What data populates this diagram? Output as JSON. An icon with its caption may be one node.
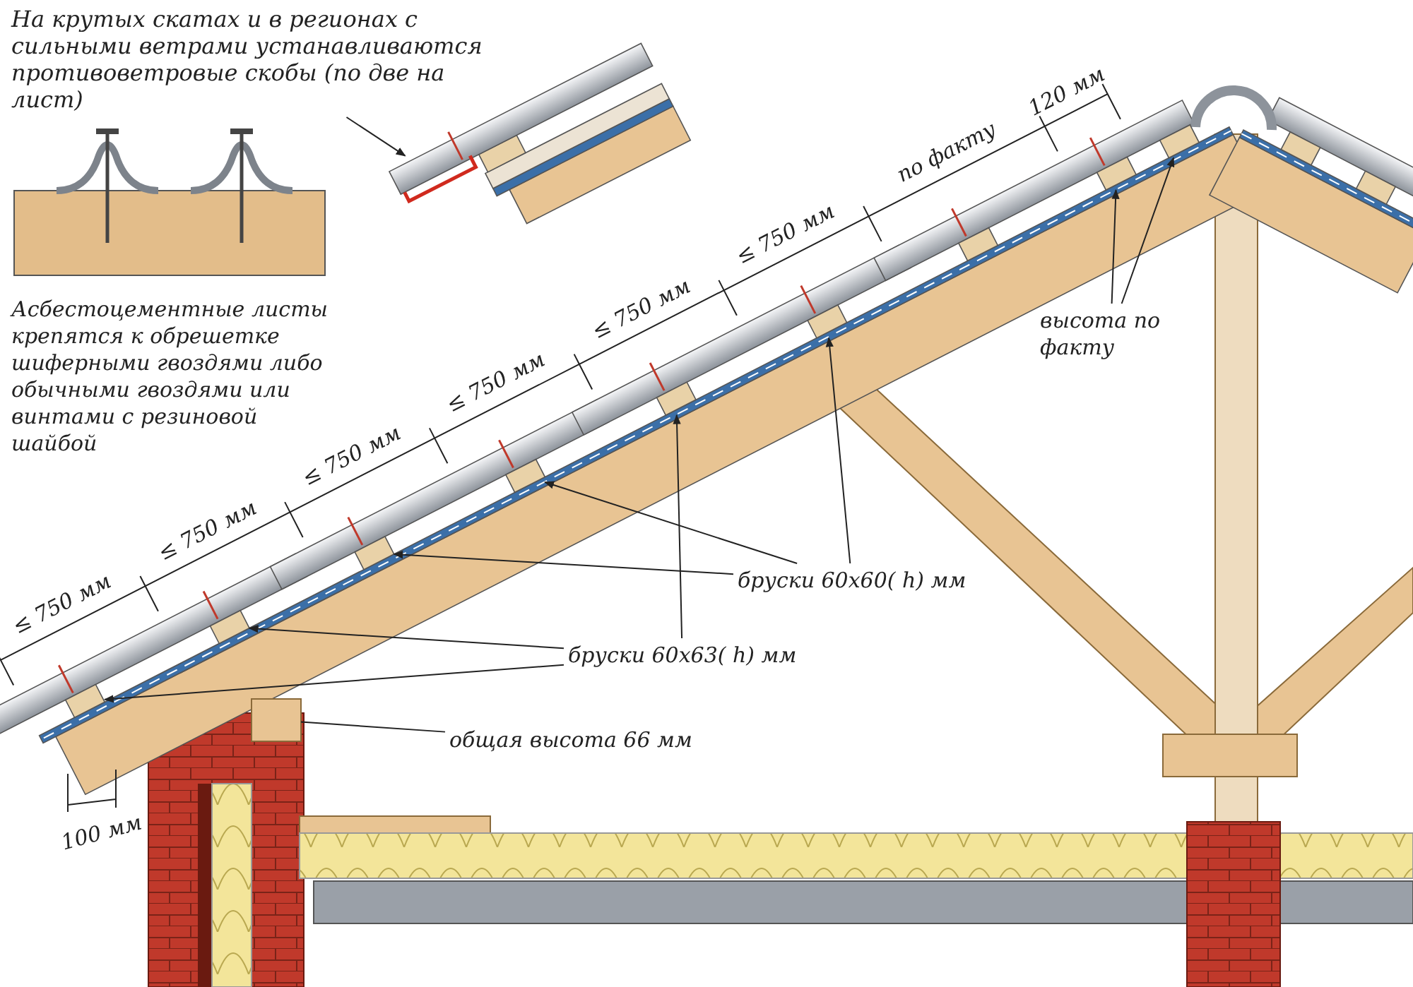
{
  "diagram": {
    "nodes": [
      {
        "text": [
          "На крутых скатах и в регионах с сильными ветрами устанавливаются противоветровые скобы (по две на лист)"
        ]
      },
      {
        "text": [
          "бруски 60x60( h) мм"
        ]
      },
      {
        "text": [
          "бруски 60x63( h) мм"
        ]
      },
      {
        "text": [
          "высота по факту"
        ]
      },
      {
        "text": [
          "общая высота 66 мм"
        ]
      },
      {
        "text": [],
        "shape": "bar"
      },
      {
        "text": [],
        "shape": "box"
      },
      {
        "text": [],
        "shape": "box"
      },
      {
        "text": [],
        "shape": "box"
      },
      {
        "text": [],
        "shape": "box"
      },
      {
        "text": [],
        "shape": "box"
      },
      {
        "text": [],
        "shape": "box"
      },
      {
        "text": [],
        "shape": "box"
      },
      {
        "text": [],
        "shape": "box"
      },
      {
        "text": [],
        "shape": "box"
      },
      {
        "text": [],
        "shape": "box"
      },
      {
        "text": [],
        "shape": "box"
      },
      {
        "text": [],
        "shape": "box"
      }
    ],
    "edges": [
      {
        "from": 0,
        "to": 5,
        "arrow": "to"
      },
      {
        "from": 1,
        "to": 8,
        "arrow": "to"
      },
      {
        "from": 1,
        "to": 9,
        "arrow": "to"
      },
      {
        "from": 1,
        "to": 11,
        "arrow": "to"
      },
      {
        "from": 2,
        "to": 6,
        "arrow": "to"
      },
      {
        "from": 2,
        "to": 7,
        "arrow": "to"
      },
      {
        "from": 2,
        "to": 10,
        "arrow": "to"
      },
      {
        "from": 3,
        "to": 13,
        "arrow": "to"
      },
      {
        "from": 3,
        "to": 14,
        "arrow": "to"
      },
      {
        "from": 4,
        "to": 17,
        "arrow": "none"
      }
    ],
    "labels": [
      "120 мм",
      "по факту",
      "≤ 750 мм",
      "≤ 750 мм",
      "≤ 750 мм",
      "≤ 750 мм",
      "≤ 750 мм",
      "≤ 750 мм",
      "Асбестоцементные листы крепятся к обрешетке шиферными гвоздями либо обычными гвоздями или винтами с резиновой шайбой",
      "100 мм"
    ]
  }
}
